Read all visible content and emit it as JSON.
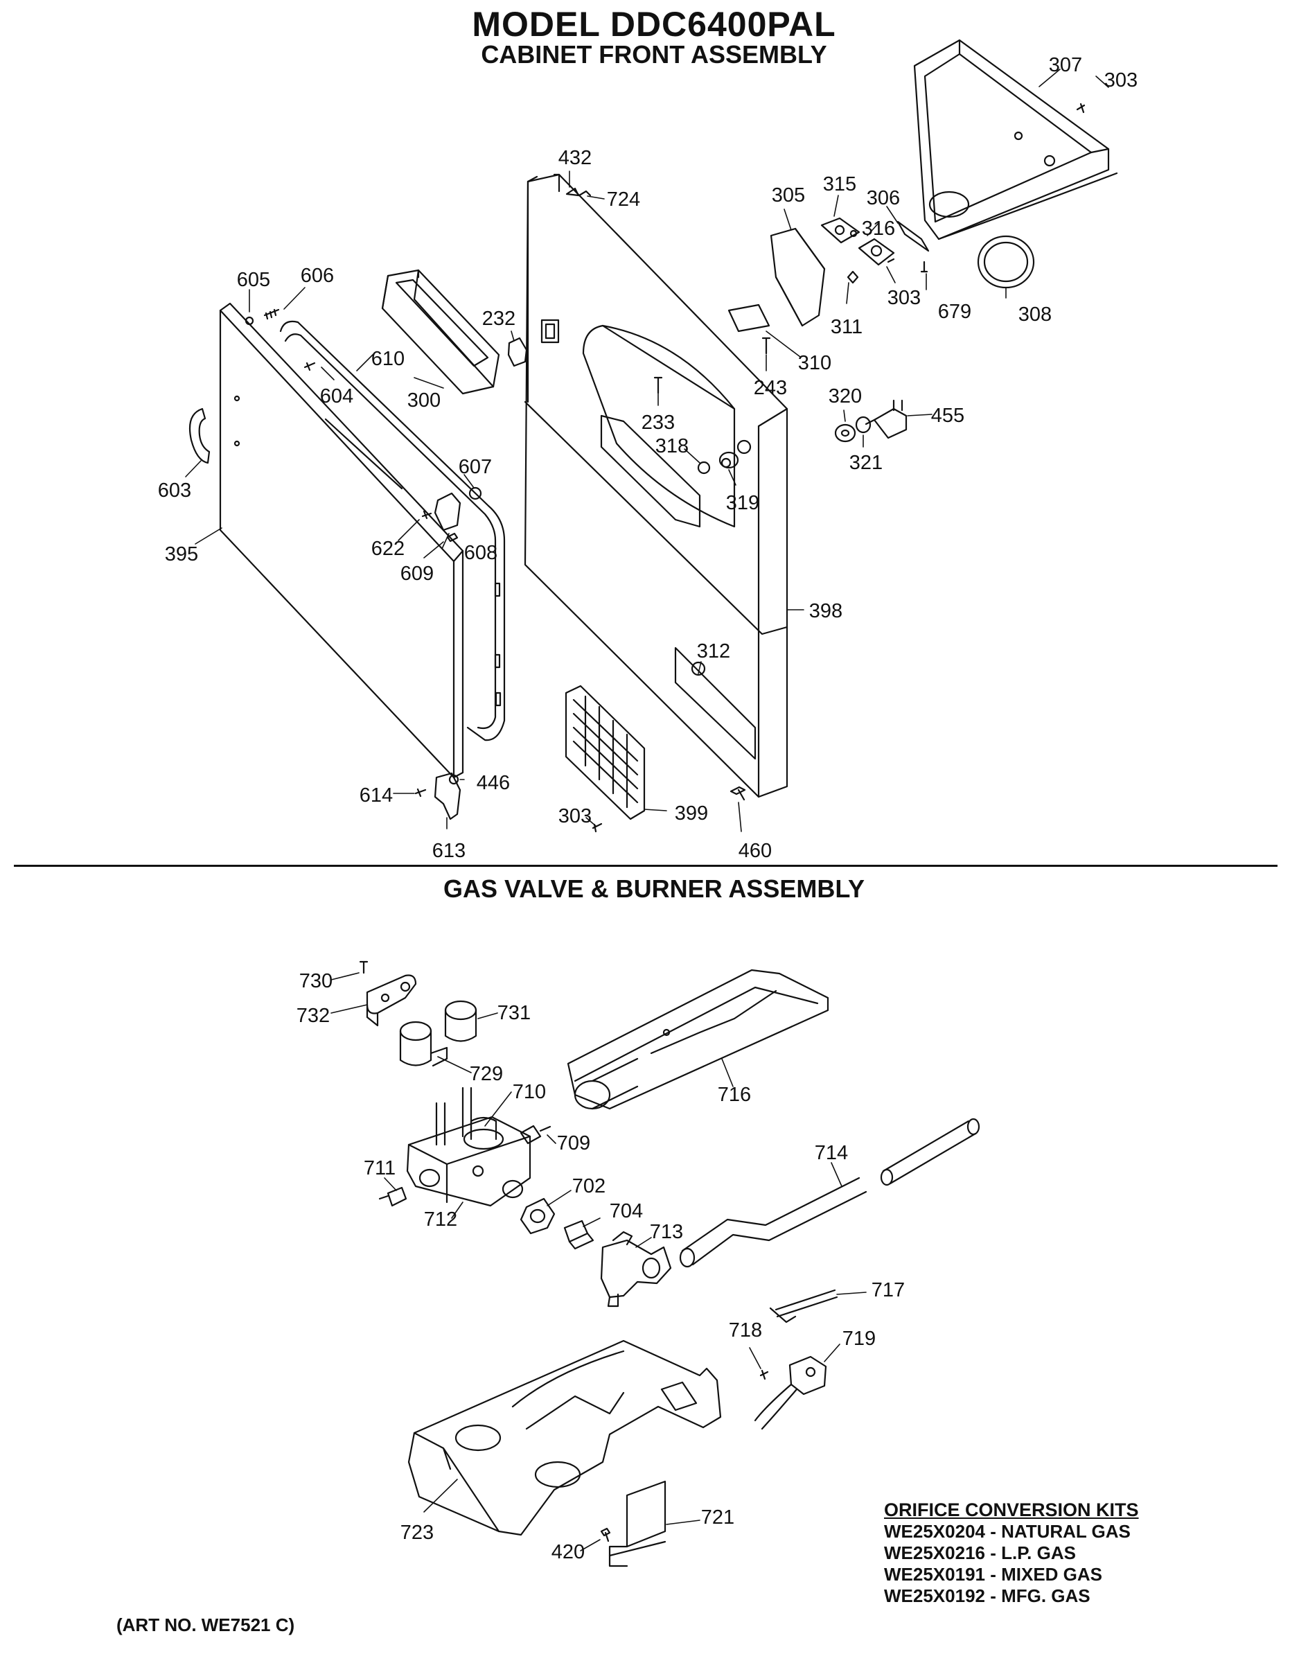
{
  "model_title": "MODEL DDC6400PAL",
  "sections": [
    {
      "title": "CABINET FRONT ASSEMBLY"
    },
    {
      "title": "GAS VALVE & BURNER ASSEMBLY"
    }
  ],
  "callouts": {
    "c307": "307",
    "c303a": "303",
    "c432": "432",
    "c724": "724",
    "c305": "305",
    "c315": "315",
    "c306": "306",
    "c316": "316",
    "c303b": "303",
    "c679": "679",
    "c308": "308",
    "c311": "311",
    "c605": "605",
    "c606": "606",
    "c232": "232",
    "c610": "610",
    "c604": "604",
    "c300": "300",
    "c310": "310",
    "c243": "243",
    "c320": "320",
    "c455": "455",
    "c321": "321",
    "c233": "233",
    "c318": "318",
    "c319": "319",
    "c607": "607",
    "c603": "603",
    "c395": "395",
    "c622": "622",
    "c608": "608",
    "c609": "609",
    "c398": "398",
    "c312": "312",
    "c614": "614",
    "c446": "446",
    "c613": "613",
    "c303c": "303",
    "c399": "399",
    "c460": "460",
    "c730": "730",
    "c732": "732",
    "c731": "731",
    "c729": "729",
    "c710": "710",
    "c716": "716",
    "c709": "709",
    "c711": "711",
    "c714": "714",
    "c702": "702",
    "c712": "712",
    "c704": "704",
    "c713": "713",
    "c717": "717",
    "c718": "718",
    "c719": "719",
    "c723": "723",
    "c721": "721",
    "c420": "420"
  },
  "orifice_kits": {
    "title": "ORIFICE CONVERSION KITS",
    "items": [
      "WE25X0204 - NATURAL GAS",
      "WE25X0216 - L.P. GAS",
      "WE25X0191 - MIXED GAS",
      "WE25X0192 - MFG. GAS"
    ]
  },
  "art_number": "(ART NO. WE7521 C)"
}
